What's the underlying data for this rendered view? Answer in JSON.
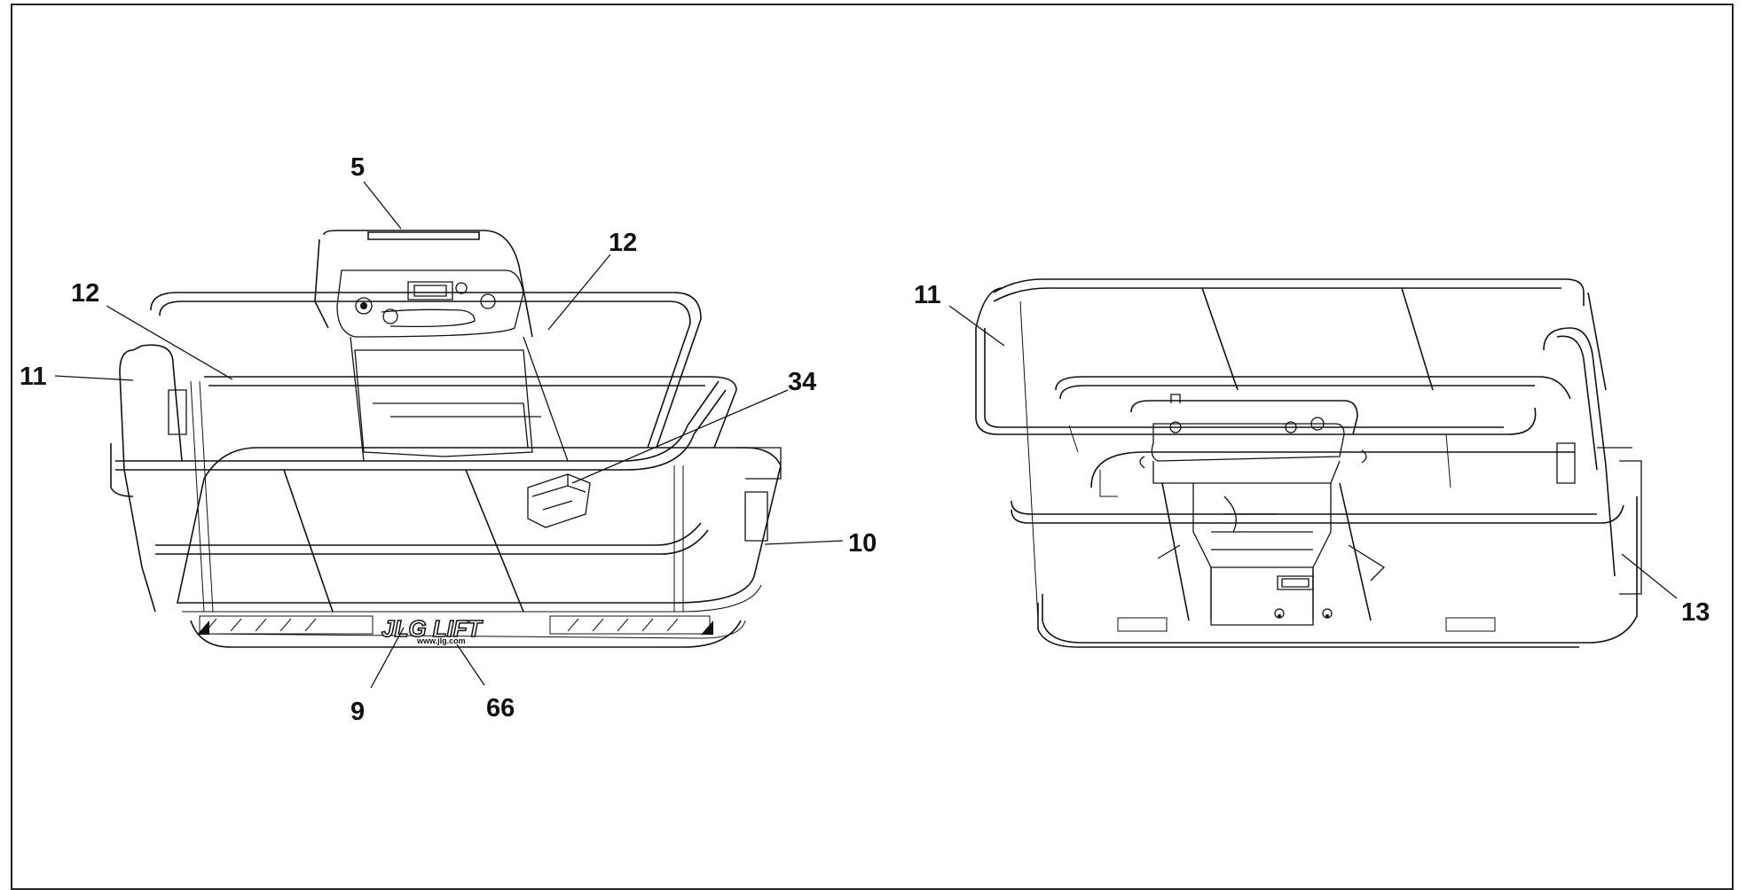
{
  "callouts": {
    "c5": "5",
    "c12_left": "12",
    "c12_right": "12",
    "c11_left": "11",
    "c34": "34",
    "c10": "10",
    "c9": "9",
    "c66": "66",
    "c11_right": "11",
    "c13": "13"
  },
  "decal": {
    "logo_text": "JLG LIFT",
    "url_text": "www.jlg.com"
  }
}
